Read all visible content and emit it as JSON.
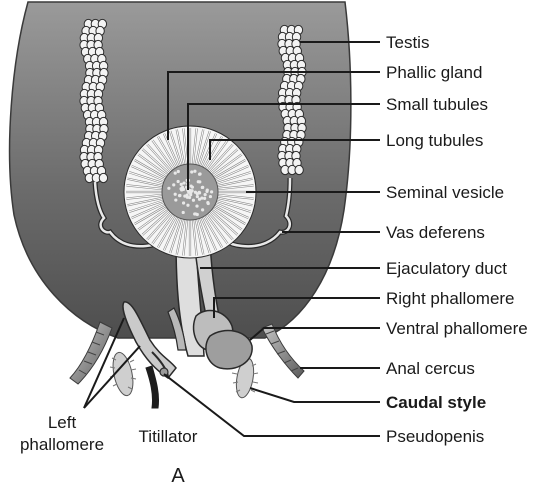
{
  "labels": {
    "testis": "Testis",
    "phallic_gland": "Phallic gland",
    "small_tubules": "Small tubules",
    "long_tubules": "Long tubules",
    "seminal_vesicle": "Seminal vesicle",
    "vas_deferens": "Vas deferens",
    "ejaculatory_duct": "Ejaculatory duct",
    "right_phallomere": "Right phallomere",
    "ventral_phallomere": "Ventral phallomere",
    "anal_cercus": "Anal cercus",
    "caudal_style": "Caudal style",
    "pseudopenis": "Pseudopenis",
    "left_phallomere_1": "Left",
    "left_phallomere_2": "phallomere",
    "titillator": "Titillator"
  },
  "panel_letter": "A",
  "colors": {
    "abdomen_dark": "#5c5c5c",
    "abdomen_light": "#a8a8a8",
    "organ_fill": "#f2f2f2",
    "outline": "#2a2a2a",
    "text": "#1a1a1a"
  }
}
